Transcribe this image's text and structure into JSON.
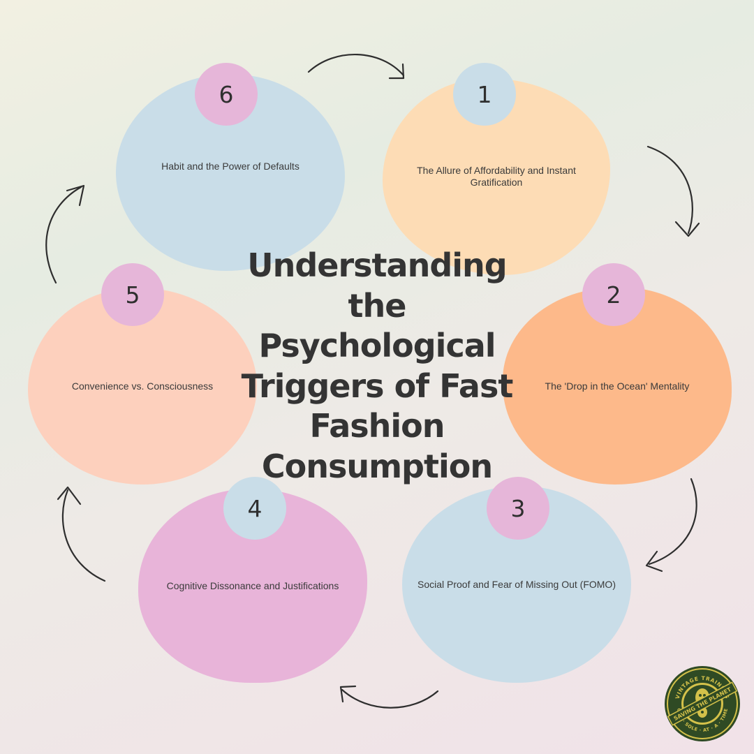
{
  "title": {
    "lines": [
      "Understanding",
      "the",
      "Psychological",
      "Triggers of Fast",
      "Fashion",
      "Consumption"
    ]
  },
  "steps": [
    {
      "number": "1",
      "label": "The Allure of Affordability and Instant Gratification",
      "color": "#fddcb5",
      "badge_color": "#c9dde8"
    },
    {
      "number": "2",
      "label": "The 'Drop in the Ocean' Mentality",
      "color": "#fdb98a",
      "badge_color": "#e6b6d9"
    },
    {
      "number": "3",
      "label": "Social Proof and Fear of Missing Out (FOMO)",
      "color": "#c9dde8",
      "badge_color": "#e6b6d9"
    },
    {
      "number": "4",
      "label": "Cognitive Dissonance and Justifications",
      "color": "#e8b4d9",
      "badge_color": "#c9dde8"
    },
    {
      "number": "5",
      "label": "Convenience vs. Consciousness",
      "color": "#fdd0bd",
      "badge_color": "#e6b6d9"
    },
    {
      "number": "6",
      "label": "Habit and the Power of Defaults",
      "color": "#c9dde8",
      "badge_color": "#e6b6d9"
    }
  ],
  "logo": {
    "text_top": "VINTAGE TRAINERS",
    "text_band": "SAVING THE PLANET",
    "text_bottom": "ONE · SOLE · AT · A · TIME",
    "color_dark": "#2f4a24",
    "color_gold": "#d4c14a",
    "icon": "shoe-sole-icon"
  }
}
